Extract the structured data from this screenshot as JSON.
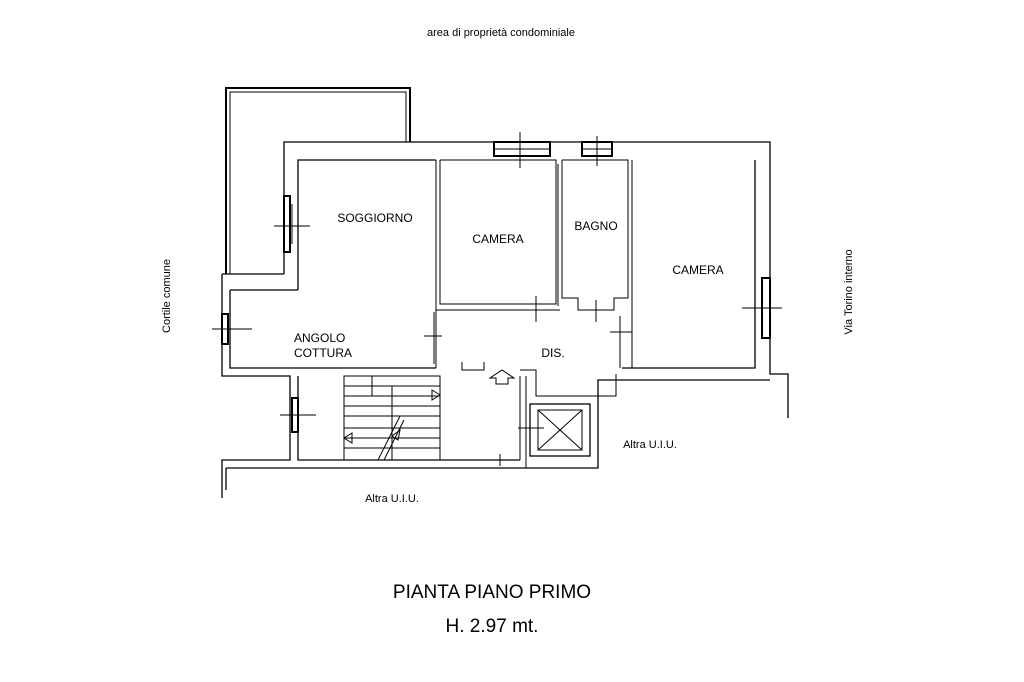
{
  "labels": {
    "top_area": "area di proprietà condominiale",
    "left_side": "Cortile comune",
    "right_side": "Via Torino interno",
    "bottom_unit": "Altra U.I.U.",
    "right_unit": "Altra U.I.U."
  },
  "rooms": {
    "soggiorno": "SOGGIORNO",
    "camera_1": "CAMERA",
    "bagno": "BAGNO",
    "camera_2": "CAMERA",
    "angolo_line1": "ANGOLO",
    "angolo_line2": "COTTURA",
    "dis": "DIS."
  },
  "title": {
    "line1": "PIANTA PIANO PRIMO",
    "line2": "H. 2.97 mt."
  }
}
